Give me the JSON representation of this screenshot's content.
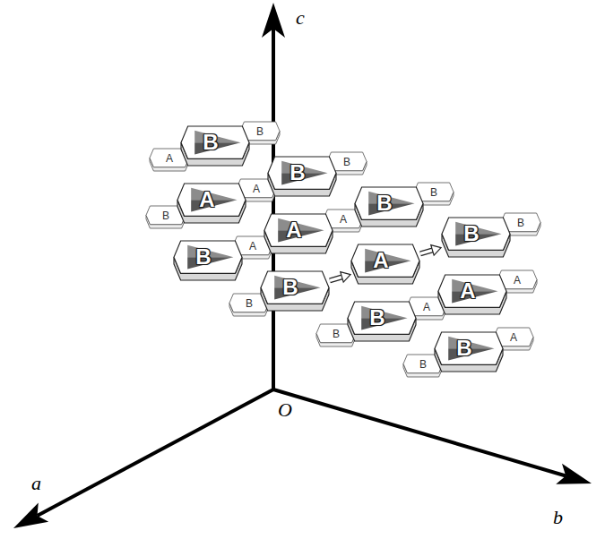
{
  "diagram": {
    "nodes": [
      {
        "text": [
          "B"
        ]
      },
      {
        "text": [
          "B"
        ]
      },
      {
        "text": [
          "B"
        ]
      },
      {
        "text": [
          "B"
        ]
      },
      {
        "text": [
          "A"
        ]
      },
      {
        "text": [
          "A"
        ]
      },
      {
        "text": [
          "A"
        ]
      },
      {
        "text": [
          "A"
        ]
      },
      {
        "text": [
          "B"
        ]
      },
      {
        "text": [
          "B"
        ]
      },
      {
        "text": [
          "B"
        ]
      },
      {
        "text": [
          "B"
        ]
      },
      {
        "text": [
          "B"
        ]
      },
      {
        "text": [
          "B"
        ]
      },
      {
        "text": [
          "B"
        ]
      },
      {
        "text": [
          "B"
        ]
      },
      {
        "text": [
          "A"
        ]
      },
      {
        "text": [
          "A"
        ]
      },
      {
        "text": [
          "A"
        ]
      },
      {
        "text": [
          "A"
        ]
      },
      {
        "text": [
          "B"
        ]
      },
      {
        "text": [
          "A"
        ]
      },
      {
        "text": [
          "A"
        ]
      },
      {
        "text": [
          "A"
        ]
      },
      {
        "text": [
          "B"
        ]
      },
      {
        "text": [
          "B"
        ]
      },
      {
        "text": [
          "B"
        ]
      }
    ],
    "edges": [
      {
        "from": 9,
        "to": 6,
        "arrow": "to"
      },
      {
        "from": 6,
        "to": 3,
        "arrow": "to"
      }
    ],
    "labels": [
      "c",
      "O",
      "a",
      "b"
    ]
  }
}
